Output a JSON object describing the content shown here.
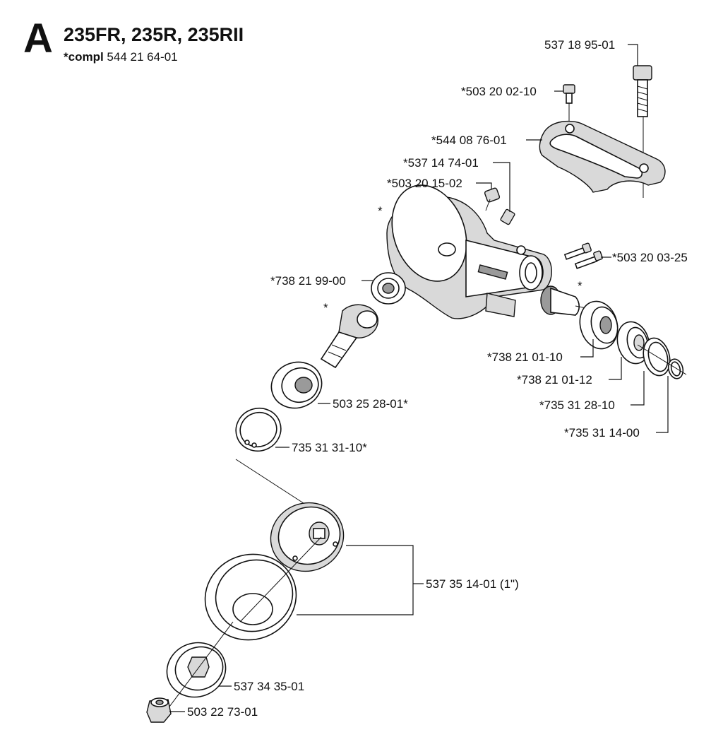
{
  "header": {
    "section_letter": "A",
    "title": "235FR, 235R, 235RII",
    "compl_label": "*compl",
    "compl_number": "544 21 64-01"
  },
  "parts": [
    {
      "id": "p1",
      "label": "537 18 95-01"
    },
    {
      "id": "p2",
      "label": "*503 20 02-10"
    },
    {
      "id": "p3",
      "label": "*544 08 76-01"
    },
    {
      "id": "p4",
      "label": "*537 14 74-01"
    },
    {
      "id": "p5",
      "label": "*503 20 15-02"
    },
    {
      "id": "p6",
      "label": "*503 20 03-25"
    },
    {
      "id": "p7",
      "label": "*738 21 99-00"
    },
    {
      "id": "p8",
      "label": "*738 21 01-10"
    },
    {
      "id": "p9",
      "label": "*738 21 01-12"
    },
    {
      "id": "p10",
      "label": "*735 31 28-10"
    },
    {
      "id": "p11",
      "label": "*735 31 14-00"
    },
    {
      "id": "p12",
      "label": "503 25 28-01*"
    },
    {
      "id": "p13",
      "label": "735 31 31-10*"
    },
    {
      "id": "p14",
      "label": "537 35 14-01 (1\")"
    },
    {
      "id": "p15",
      "label": "537 34 35-01"
    },
    {
      "id": "p16",
      "label": "503 22 73-01"
    }
  ],
  "markers": {
    "asterisk": "*"
  }
}
